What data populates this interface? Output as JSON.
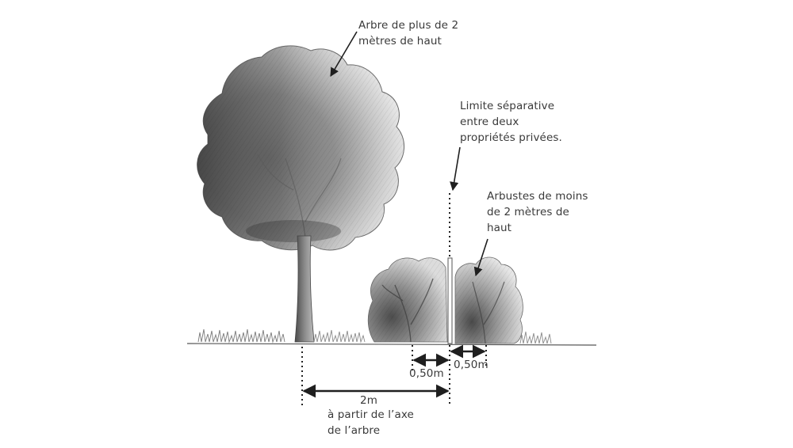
{
  "diagram": {
    "background": "#ffffff",
    "ink_color": "#2b2b2b",
    "labels": {
      "tree": "Arbre de plus de 2\nmètres de haut",
      "boundary": "Limite séparative\nentre deux\npropriétés privées.",
      "shrubs": "Arbustes de moins\nde 2 mètres de\nhaut",
      "dist_left_shrub": "0,50m",
      "dist_right_shrub": "0,50m",
      "dist_tree": "2m",
      "dist_tree_note": "à partir de l’axe\nde l’arbre"
    },
    "elements": {
      "tree": "Large tree (over 2 m high)",
      "left_shrub": "Shrub left of boundary",
      "right_shrub": "Shrub right of boundary",
      "boundary_post": "Property boundary line",
      "ground": "Ground line with grass"
    }
  }
}
